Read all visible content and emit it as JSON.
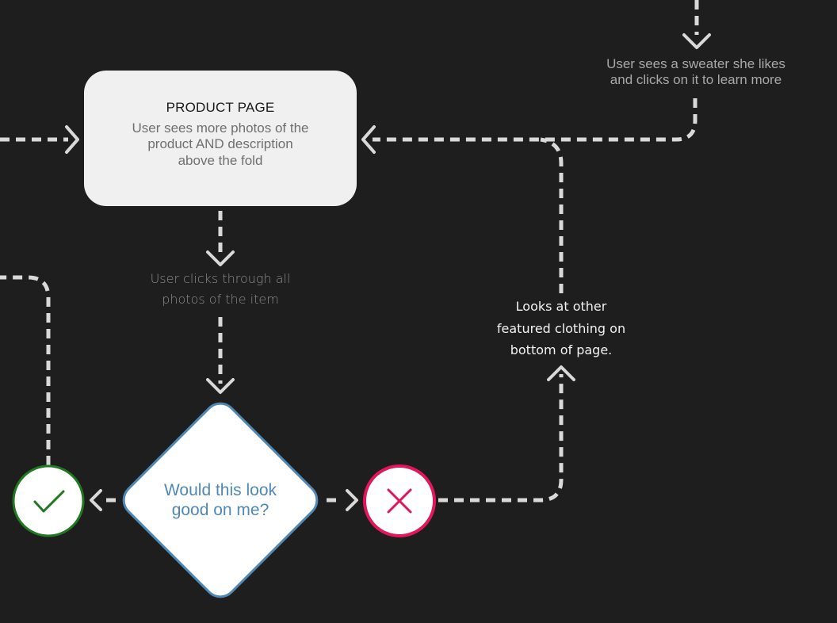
{
  "colors": {
    "background": "#1e1e1e",
    "connector": "#d9d9d9",
    "card_fill": "#f0f0f0",
    "decision_stroke": "#4f88b5",
    "yes_stroke": "#1f7a1f",
    "no_stroke": "#e0185a"
  },
  "product_page": {
    "title": "PRODUCT PAGE",
    "description": [
      "User sees more photos of the",
      "product AND description",
      "above the fold"
    ]
  },
  "sweater_caption": [
    "User sees a sweater she likes",
    "and clicks on it to learn more"
  ],
  "photos_caption": [
    "User clicks through all",
    "photos of the item"
  ],
  "featured_caption": [
    "Looks at other",
    "featured clothing on",
    "bottom of page."
  ],
  "decision": {
    "question": [
      "Would this look",
      "good on me?"
    ]
  },
  "outcomes": {
    "yes_icon": "checkmark-icon",
    "no_icon": "cross-icon"
  }
}
